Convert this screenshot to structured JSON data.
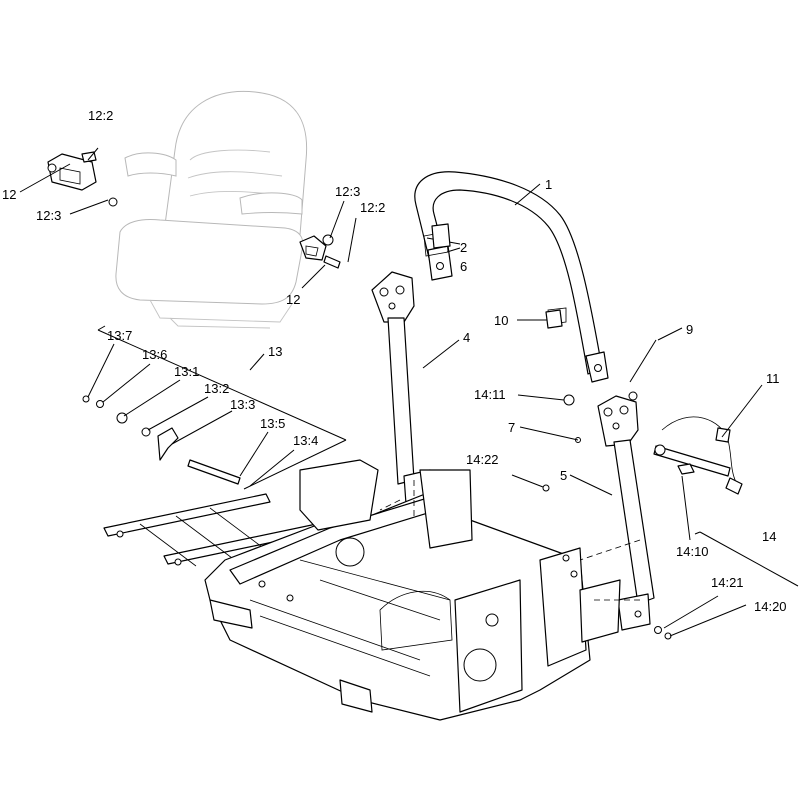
{
  "callouts": {
    "c1": "1",
    "c2": "2",
    "c4": "4",
    "c5": "5",
    "c6": "6",
    "c7": "7",
    "c9": "9",
    "c10": "10",
    "c11": "11",
    "c12_left": "12",
    "c12_2_left": "12:2",
    "c12_3_left": "12:3",
    "c12_mid": "12",
    "c12_2_mid": "12:2",
    "c12_3_mid": "12:3",
    "c13": "13",
    "c13_1": "13:1",
    "c13_2": "13:2",
    "c13_3": "13:3",
    "c13_4": "13:4",
    "c13_5": "13:5",
    "c13_6": "13:6",
    "c13_7": "13:7",
    "c14": "14",
    "c14_10": "14:10",
    "c14_11": "14:11",
    "c14_20": "14:20",
    "c14_21": "14:21",
    "c14_22": "14:22"
  }
}
